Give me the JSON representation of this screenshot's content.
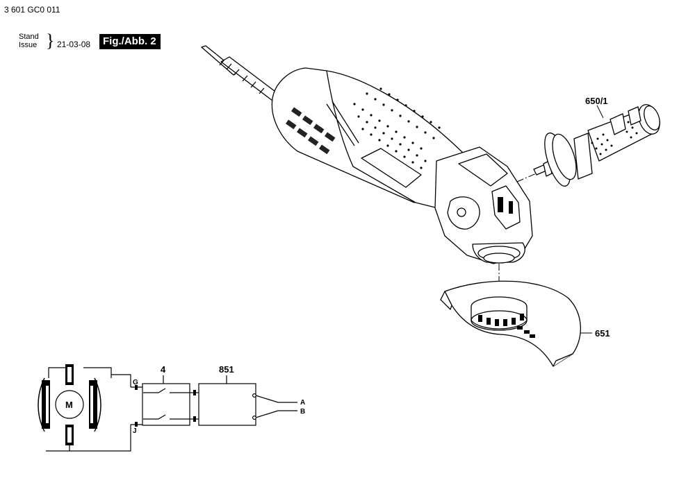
{
  "header": {
    "code": "3 601 GC0 011",
    "stand_line1": "Stand",
    "stand_line2": "Issue",
    "brace": "}",
    "date": "21-03-08",
    "figure_label": "Fig./Abb. 2"
  },
  "parts": {
    "handle": "650/1",
    "guard": "651",
    "switch": "4",
    "electronics": "851"
  },
  "wiring": {
    "motor": "M",
    "terminal_g": "G",
    "terminal_j": "J",
    "out_a": "A",
    "out_b": "B"
  }
}
